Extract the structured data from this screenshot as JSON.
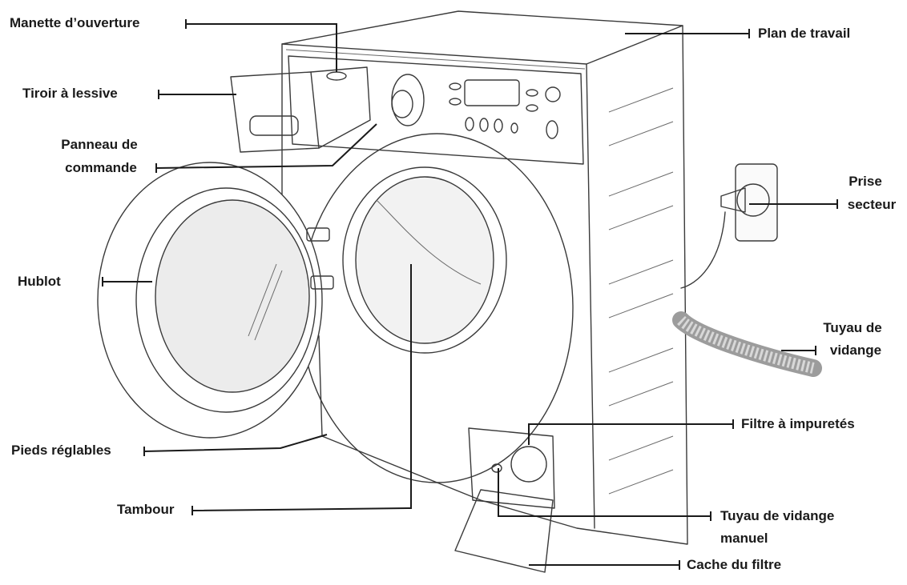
{
  "labels": {
    "manette": "Manette d’ouverture",
    "tiroir": "Tiroir à lessive",
    "panneau_1": "Panneau de",
    "panneau_2": "commande",
    "hublot": "Hublot",
    "pieds": "Pieds réglables",
    "tambour": "Tambour",
    "plan": "Plan de travail",
    "prise_1": "Prise",
    "prise_2": "secteur",
    "tuyau_1": "Tuyau de",
    "tuyau_2": "vidange",
    "filtre": "Filtre à impuretés",
    "tuyau_manuel_1": "Tuyau de vidange",
    "tuyau_manuel_2": "manuel",
    "cache": "Cache du filtre"
  }
}
